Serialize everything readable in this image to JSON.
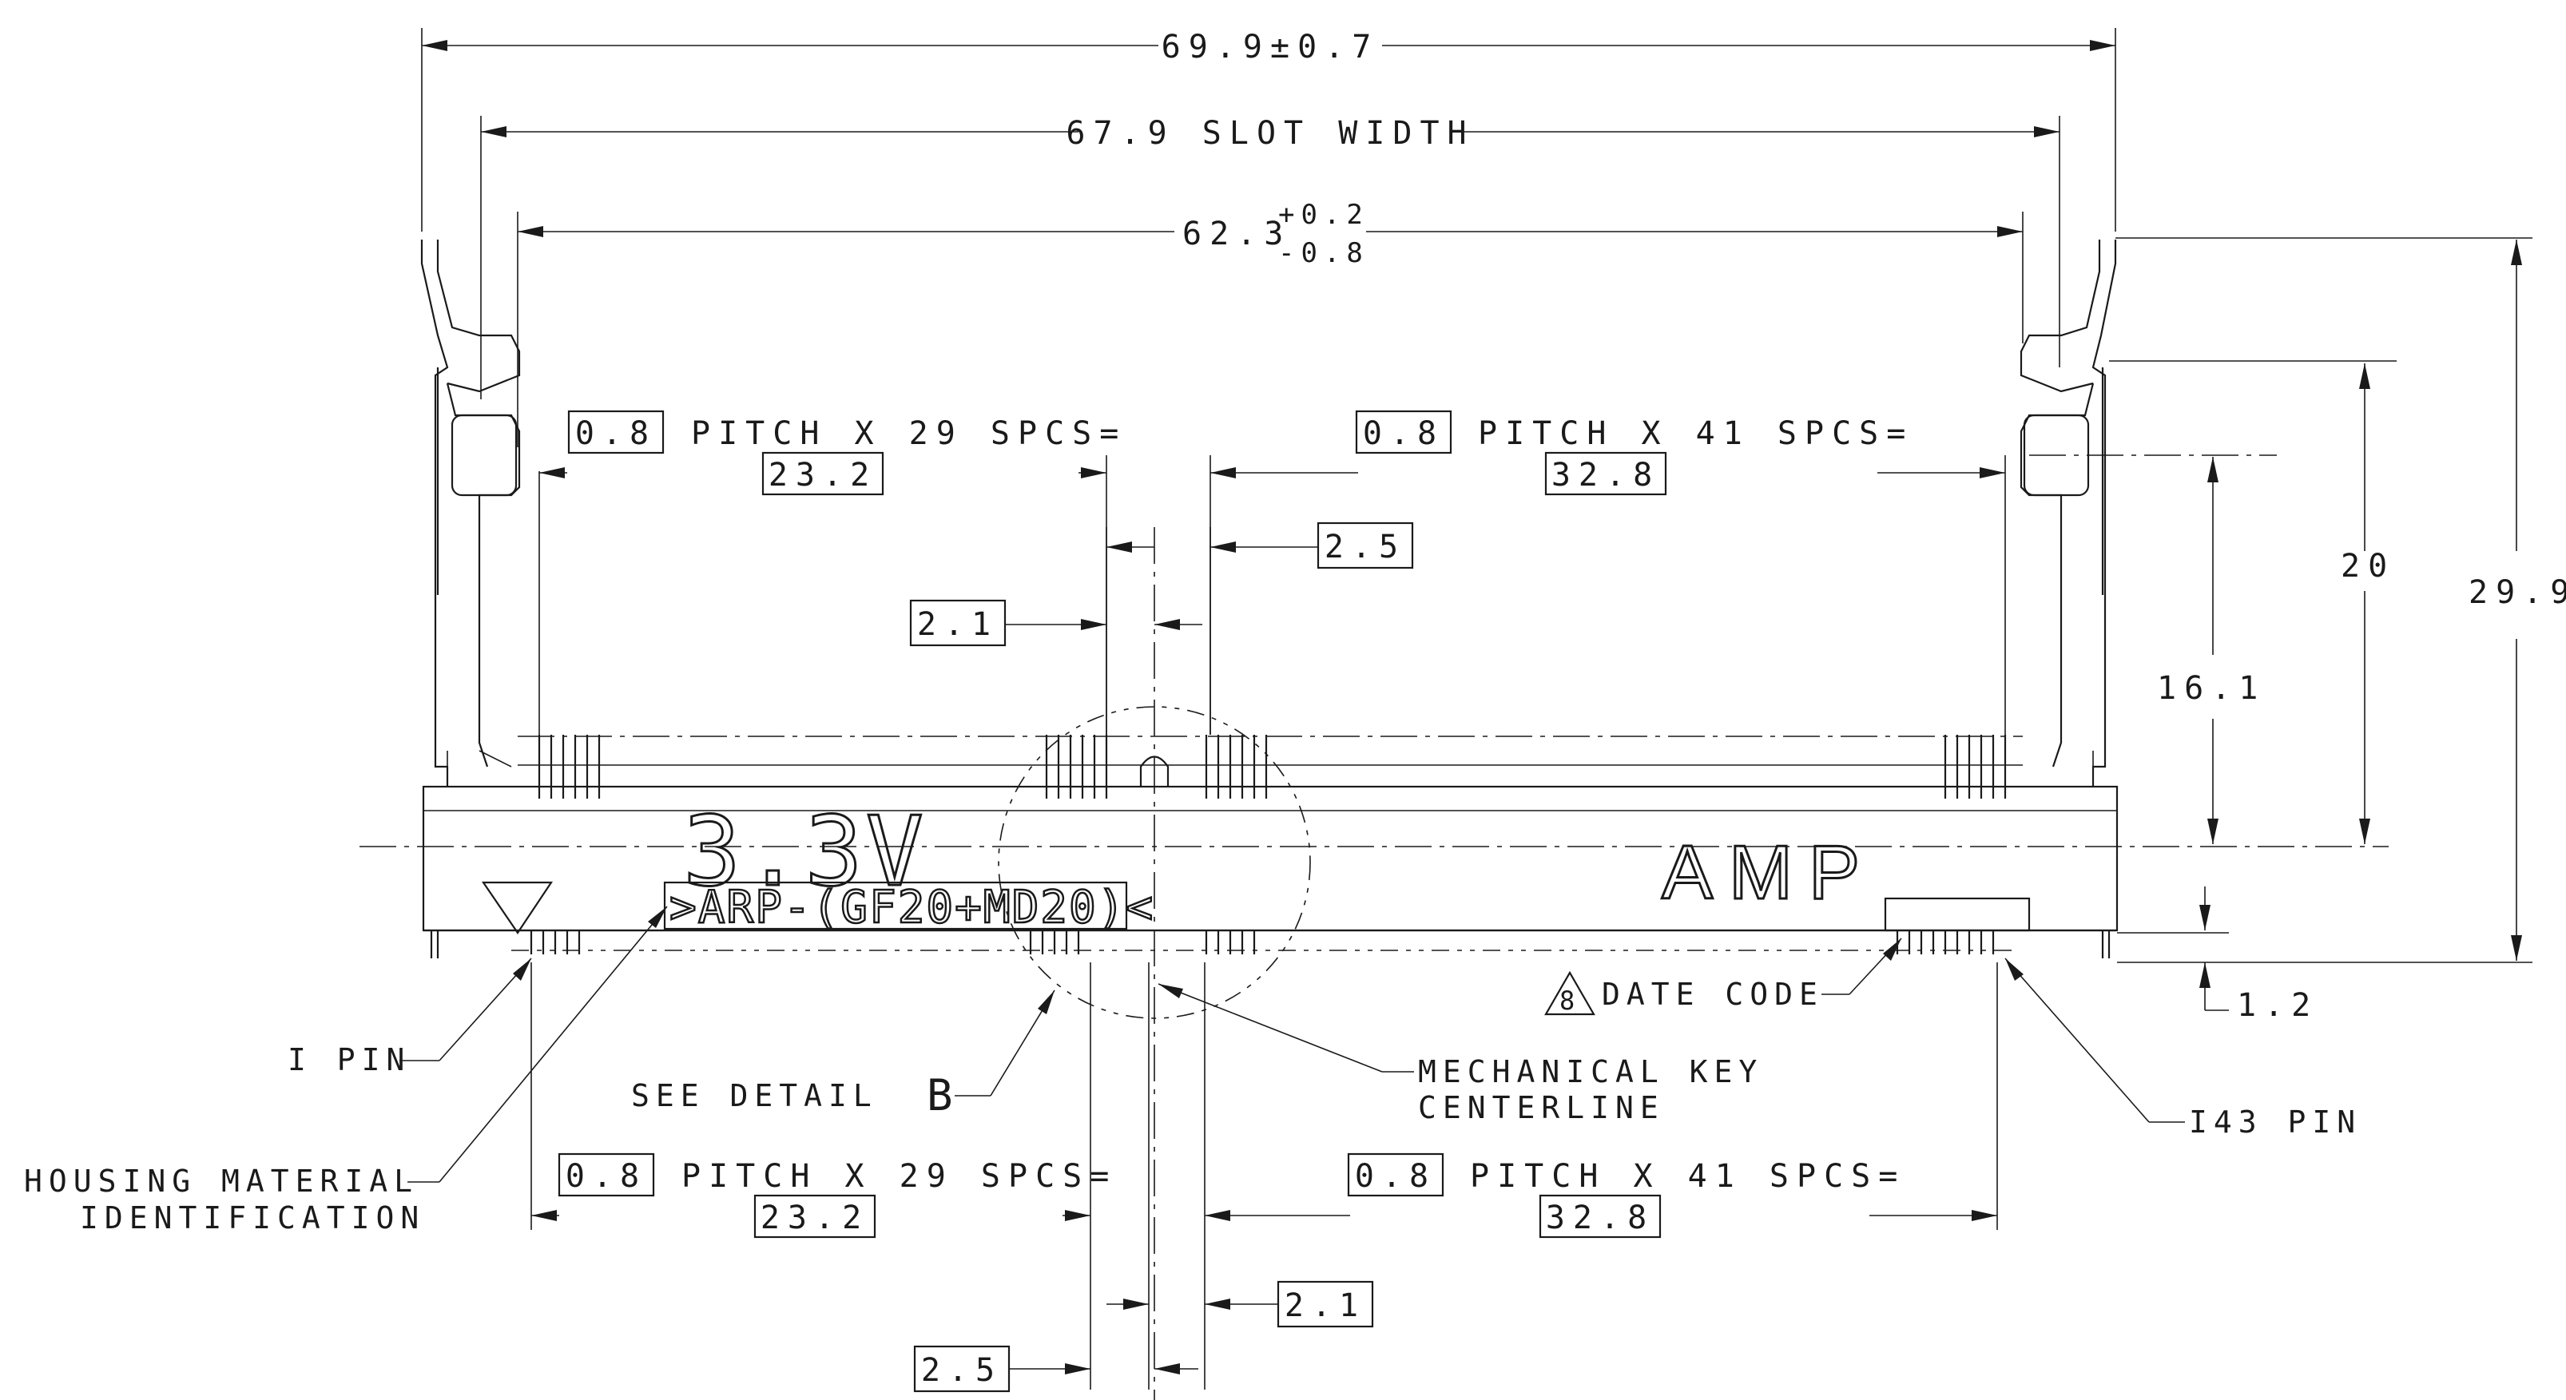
{
  "dimensions": {
    "overall_width": "69.9±0.7",
    "slot_width": "67.9 SLOT WIDTH",
    "inner_width_base": "62.3",
    "inner_width_plus": "+0.2",
    "inner_width_minus": "-0.8",
    "height_total": "29.9",
    "height_20": "20",
    "height_16_1": "16.1",
    "offset_1_2": "1.2"
  },
  "pitch_top_left": {
    "pitch": "0.8",
    "text": "PITCH X 29 SPCS=",
    "result": "23.2"
  },
  "pitch_top_right": {
    "pitch": "0.8",
    "text": "PITCH X 41 SPCS=",
    "result": "32.8"
  },
  "pitch_bottom_left": {
    "pitch": "0.8",
    "text": "PITCH X 29 SPCS=",
    "result": "23.2"
  },
  "pitch_bottom_right": {
    "pitch": "0.8",
    "text": "PITCH X 41 SPCS=",
    "result": "32.8"
  },
  "key_gaps": {
    "top_2_1": "2.1",
    "top_2_5": "2.5",
    "bottom_2_1": "2.1",
    "bottom_2_5": "2.5"
  },
  "markings": {
    "voltage": "3.3V",
    "material_code": ">ARP-(GF20+MD20)<",
    "brand": "AMP",
    "date_code_note": "8"
  },
  "callouts": {
    "pin_1": "I PIN",
    "pin_143": "I43 PIN",
    "see_detail": "SEE DETAIL",
    "detail_letter": "B",
    "mechanical_key_1": "MECHANICAL KEY",
    "mechanical_key_2": "CENTERLINE",
    "housing_material_1": "HOUSING MATERIAL",
    "housing_material_2": "IDENTIFICATION",
    "date_code": "DATE CODE"
  }
}
